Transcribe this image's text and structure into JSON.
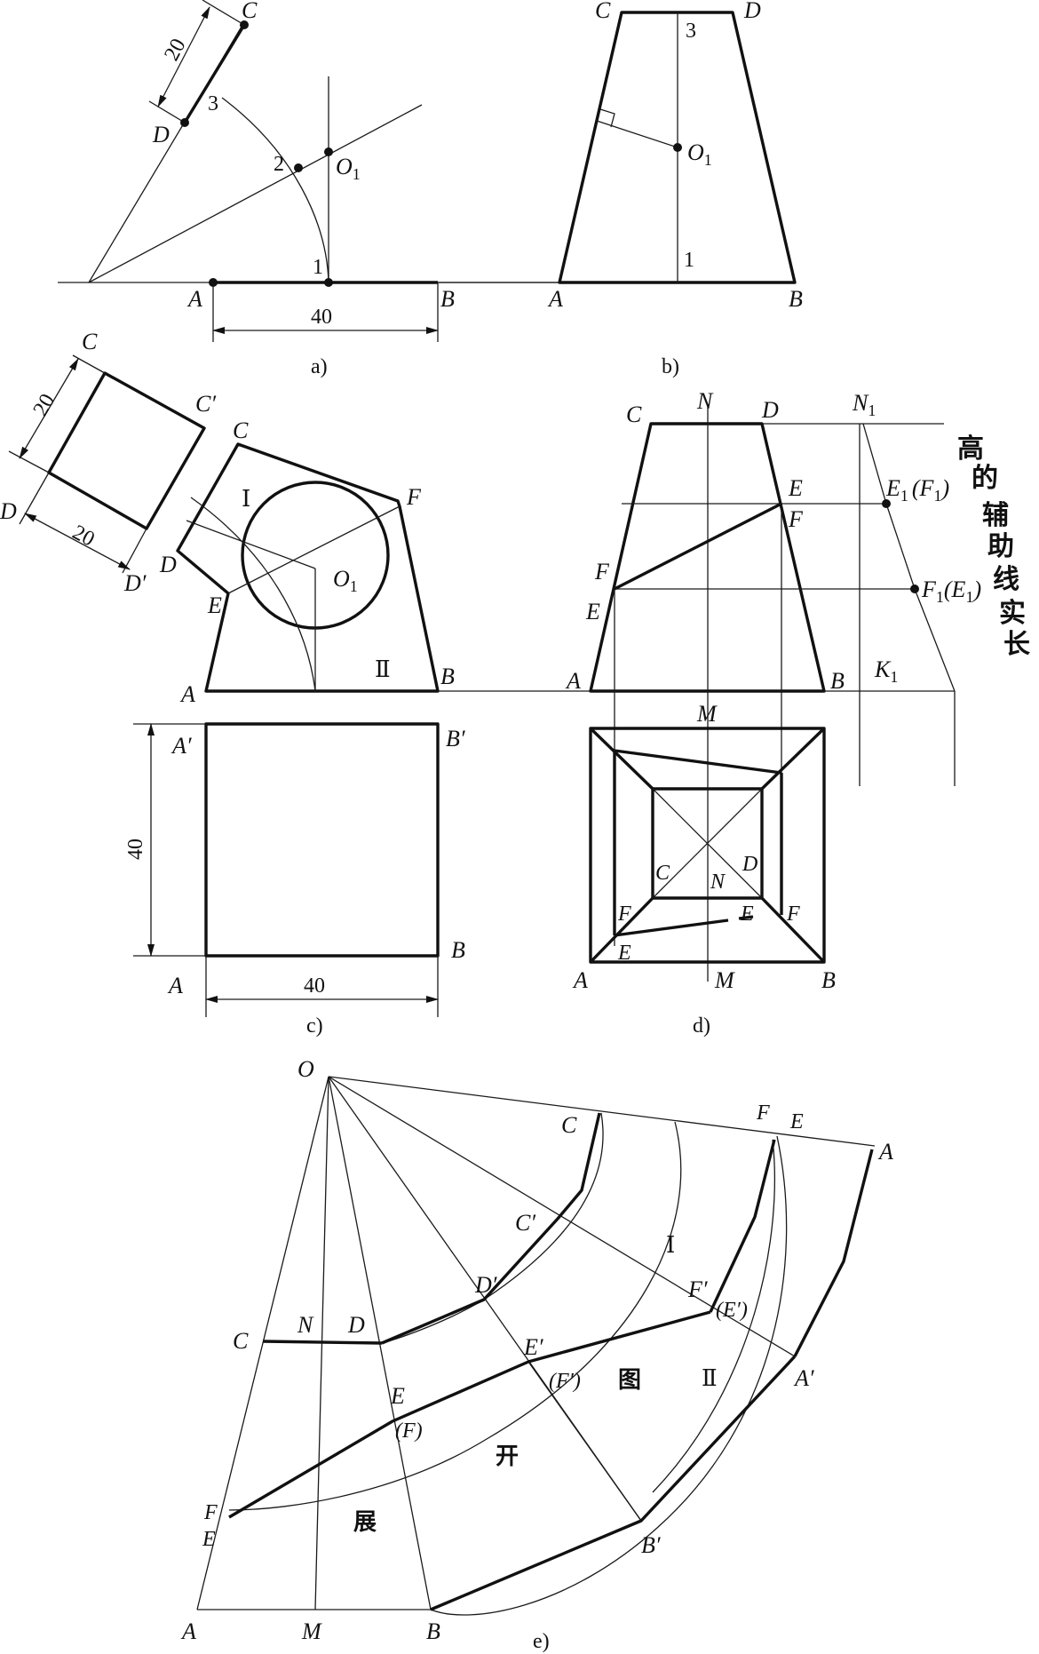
{
  "figure": {
    "panel_labels": [
      "a)",
      "b)",
      "c)",
      "d)",
      "e)"
    ],
    "a": {
      "points": {
        "A": "A",
        "B": "B",
        "C": "C",
        "D": "D",
        "O1": "O",
        "O1_sub": "1"
      },
      "numbers": {
        "n1": "1",
        "n2": "2",
        "n3": "3"
      },
      "dims": {
        "width": "40",
        "cd": "20"
      }
    },
    "b": {
      "points": {
        "A": "A",
        "B": "B",
        "C": "C",
        "D": "D",
        "O1": "O",
        "O1_sub": "1"
      },
      "numbers": {
        "n1": "1",
        "n3": "3"
      }
    },
    "c": {
      "points": {
        "A": "A",
        "B": "B",
        "C": "C",
        "D": "D",
        "E": "E",
        "F": "F",
        "O1": "O",
        "O1_sub": "1",
        "C_prime": "C′",
        "D_prime": "D′",
        "A_prime": "A′",
        "B_prime": "B′",
        "A_bottom": "A",
        "B_bottom": "B",
        "C_top": "C",
        "D_top": "D"
      },
      "regions": {
        "r1": "Ⅰ",
        "r2": "Ⅱ"
      },
      "dims": {
        "sq_h": "20",
        "sq_w": "20",
        "plan_h": "40",
        "plan_w": "40"
      }
    },
    "d": {
      "points": {
        "C": "C",
        "N": "N",
        "D": "D",
        "N1": "N",
        "N1_sub": "1",
        "E": "E",
        "F": "F",
        "F_left": "F",
        "E_left": "E",
        "A": "A",
        "B": "B",
        "M": "M",
        "K1": "K",
        "K1_sub": "1",
        "E1": "E",
        "E1_sub": "1",
        "E1_par": "(F",
        "E1_par_sub": "1",
        "E1_close": ")",
        "F1": "F",
        "F1_sub": "1",
        "F1_par": "(E",
        "F1_par_sub": "1",
        "F1_close": ")",
        "pC": "C",
        "pN": "N",
        "pD": "D",
        "pF_left": "F",
        "pE_left": "E",
        "pE_right": "E",
        "pF_right": "F",
        "pA": "A",
        "pM": "M",
        "pB": "B"
      },
      "side_text": [
        "高",
        "的",
        "辅",
        "助",
        "线",
        "实",
        "长"
      ]
    },
    "e": {
      "points": {
        "O": "O",
        "C_top": "C",
        "F_top": "F",
        "E_top": "E",
        "A_right": "A",
        "C_prime": "C′",
        "D_prime": "D′",
        "F_prime": "F′",
        "E_prime_par": "(E′)",
        "E_prime": "E′",
        "F_prime_par": "(F′)",
        "A_prime": "A′",
        "B_prime": "B′",
        "C_left": "C",
        "N": "N",
        "D": "D",
        "E": "E",
        "F_par": "(F)",
        "F_left": "F",
        "E_left": "E",
        "A_bottom": "A",
        "M": "M",
        "B_bottom": "B"
      },
      "regions": {
        "r1": "Ⅰ",
        "r2": "Ⅱ"
      },
      "caption_chars": [
        "展",
        "开",
        "图"
      ]
    }
  }
}
